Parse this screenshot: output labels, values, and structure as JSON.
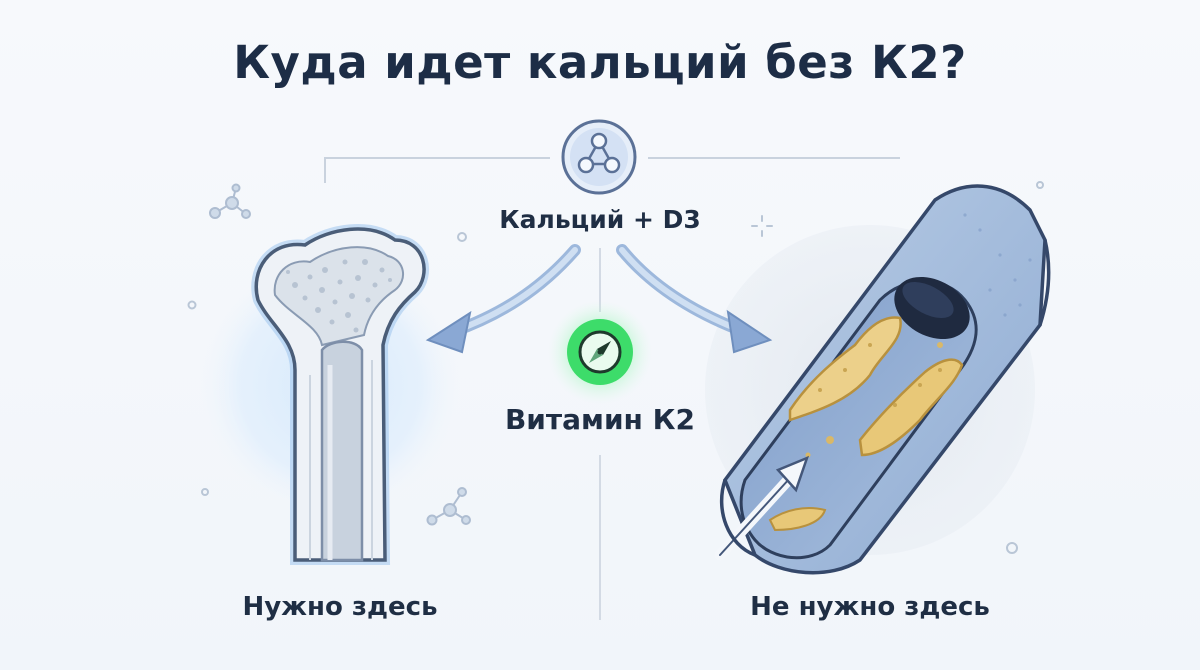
{
  "title": "Куда идет кальций без К2?",
  "labels": {
    "calcium": "Кальций + D3",
    "vitamin": "Витамин К2",
    "bone": "Нужно здесь",
    "artery": "Не нужно здесь"
  },
  "icons": {
    "top": "molecule-icon",
    "center": "compass-icon"
  },
  "colors": {
    "title": "#1d2d46",
    "accent_green": "#3ddc6a",
    "artery_blue": "#6f8fbe",
    "plaque": "#e8c878"
  }
}
